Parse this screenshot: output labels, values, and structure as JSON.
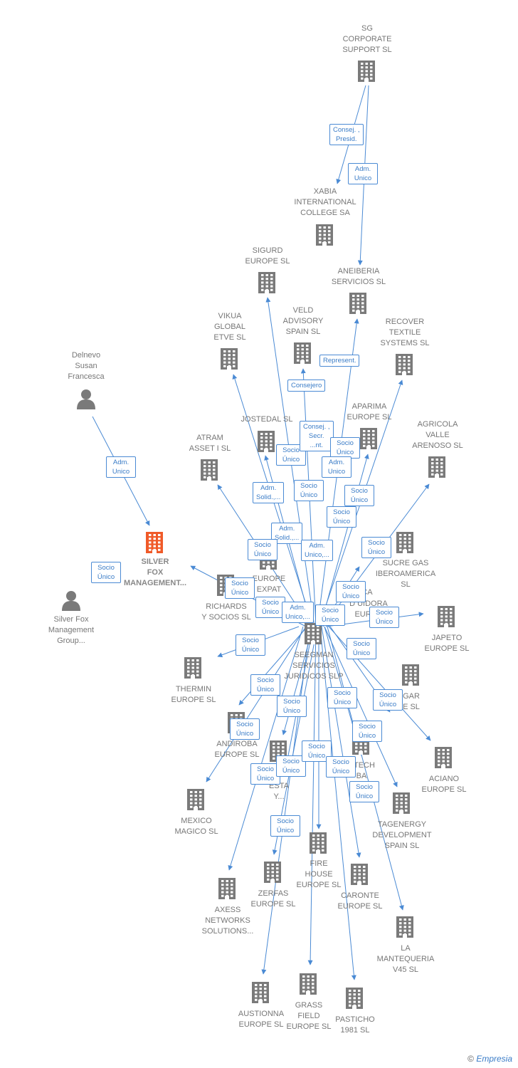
{
  "colors": {
    "edge": "#4a8ad4",
    "company": "#7a7a7a",
    "main_company": "#f05a28",
    "person": "#7a7a7a"
  },
  "nodes": [
    {
      "id": "sg",
      "label": "SG\nCORPORATE\nSUPPORT  SL",
      "type": "company"
    },
    {
      "id": "xabia",
      "label": "XABIA\nINTERNATIONAL\nCOLLEGE SA",
      "type": "company"
    },
    {
      "id": "sigurd",
      "label": "SIGURD\nEUROPE  SL",
      "type": "company"
    },
    {
      "id": "aneiberia",
      "label": "ANEIBERIA\nSERVICIOS  SL",
      "type": "company"
    },
    {
      "id": "vikua",
      "label": "VIKUA\nGLOBAL\nETVE  SL",
      "type": "company"
    },
    {
      "id": "veld",
      "label": "VELD\nADVISORY\nSPAIN  SL",
      "type": "company"
    },
    {
      "id": "recover",
      "label": "RECOVER\nTEXTILE\nSYSTEMS  SL",
      "type": "company"
    },
    {
      "id": "delnevo",
      "label": "Delnevo\nSusan\nFrancesca",
      "type": "person"
    },
    {
      "id": "jostedal",
      "label": "JOSTEDAL  SL",
      "type": "company"
    },
    {
      "id": "aparima",
      "label": "APARIMA\nEUROPE  SL",
      "type": "company"
    },
    {
      "id": "agricola",
      "label": "AGRICOLA\nVALLE\nARENOSO  SL",
      "type": "company"
    },
    {
      "id": "atram",
      "label": "ATRAM\nASSET I  SL",
      "type": "company"
    },
    {
      "id": "silverfox",
      "label": "SILVER\nFOX\nMANAGEMENT...",
      "type": "main"
    },
    {
      "id": "sucre",
      "label": "SUCRE GAS\nIBEROAMERICA\nSL",
      "type": "company"
    },
    {
      "id": "europeexpat",
      "label": "EUROPE\nEXPAT",
      "type": "company"
    },
    {
      "id": "richards",
      "label": "RICHARDS\nY SOCIOS  SL",
      "type": "company"
    },
    {
      "id": "silverfoxgroup",
      "label": "Silver Fox\nManagement\nGroup...",
      "type": "person"
    },
    {
      "id": "japeto",
      "label": "JAPETO\nEUROPE  SL",
      "type": "company"
    },
    {
      "id": "seegman",
      "label": "SEEGMAN\nSERVICIOS\nJURIDICOS  SLP",
      "type": "company"
    },
    {
      "id": "thermin",
      "label": "THERMIN\nEUROPE  SL",
      "type": "company"
    },
    {
      "id": "gar",
      "label": "GAR\nE  SL",
      "type": "company"
    },
    {
      "id": "andiroba",
      "label": "ANDIROBA\nEUROPE  SL",
      "type": "company"
    },
    {
      "id": "aciano",
      "label": "ACIANO\nEUROPE  SL",
      "type": "company"
    },
    {
      "id": "mexico",
      "label": "MEXICO\nMAGICO  SL",
      "type": "company"
    },
    {
      "id": "esta",
      "label": "ESTA\nY...",
      "type": "company"
    },
    {
      "id": "htech",
      "label": "HTECH\nBA\nHOL",
      "type": "company"
    },
    {
      "id": "tagenergy",
      "label": "TAGENERGY\nDEVELOPMENT\nSPAIN  SL",
      "type": "company"
    },
    {
      "id": "firehouse",
      "label": "FIRE\nHOUSE\nEUROPE  SL",
      "type": "company"
    },
    {
      "id": "zerfas",
      "label": "ZERFAS\nEUROPE  SL",
      "type": "company"
    },
    {
      "id": "caronte",
      "label": "CARONTE\nEUROPE  SL",
      "type": "company"
    },
    {
      "id": "axess",
      "label": "AXESS\nNETWORKS\nSOLUTIONS...",
      "type": "company"
    },
    {
      "id": "mantequeria",
      "label": "LA\nMANTEQUERIA\nV45  SL",
      "type": "company"
    },
    {
      "id": "austionna",
      "label": "AUSTIONNA\nEUROPE  SL",
      "type": "company"
    },
    {
      "id": "grassfield",
      "label": "GRASS\nFIELD\nEUROPE  SL",
      "type": "company"
    },
    {
      "id": "pasticho",
      "label": "PASTICHO\n1981  SL",
      "type": "company"
    },
    {
      "id": "distribuidora",
      "label": "D   UIDORA\nEUROP",
      "type": "company"
    },
    {
      "id": "ca",
      "label": "CA",
      "type": "company"
    }
  ],
  "badges": [
    {
      "text": "Consej. ,\nPresid."
    },
    {
      "text": "Adm.\nUnico"
    },
    {
      "text": "Represent."
    },
    {
      "text": "Consejero"
    },
    {
      "text": "Adm.\nUnico"
    },
    {
      "text": "Socio\nÚnico"
    },
    {
      "text": "Consej. ,\nSecr.\n...nt."
    },
    {
      "text": "Socio\nÚnico"
    },
    {
      "text": "Adm.\nUnico"
    },
    {
      "text": "Socio\nÚnico"
    },
    {
      "text": "Adm.\nSolid.,..."
    },
    {
      "text": "Socio\nÚnico"
    },
    {
      "text": "Socio\nÚnico"
    },
    {
      "text": "Adm.\nSolid.,..."
    },
    {
      "text": "Adm.\nUnico,..."
    },
    {
      "text": "Socio\nÚnico"
    },
    {
      "text": "Socio\nÚnico"
    },
    {
      "text": "Socio\nÚnico"
    },
    {
      "text": "Socio\nÚnico"
    },
    {
      "text": "Socio\nÚnico"
    },
    {
      "text": "Adm.\nUnico,..."
    },
    {
      "text": "Socio\nÚnico"
    },
    {
      "text": "Socio\nÚnico"
    },
    {
      "text": "Socio\nÚnico"
    },
    {
      "text": "Socio\nÚnico"
    },
    {
      "text": "Socio\nÚnico"
    },
    {
      "text": "Socio\nÚnico"
    },
    {
      "text": "Socio\nÚnico"
    },
    {
      "text": "Socio\nÚnico"
    },
    {
      "text": "Socio\nÚnico"
    },
    {
      "text": "Socio\nÚnico"
    },
    {
      "text": "Socio\nÚnico"
    },
    {
      "text": "Socio\nÚnico"
    },
    {
      "text": "Socio\nÚnico"
    },
    {
      "text": "Socio\nÚnico"
    },
    {
      "text": "Socio\nÚnico"
    },
    {
      "text": "Socio\nÚnico"
    },
    {
      "text": "Socio\nÚnico"
    }
  ],
  "footer": {
    "copyright": "©",
    "brand": "Empresia"
  }
}
